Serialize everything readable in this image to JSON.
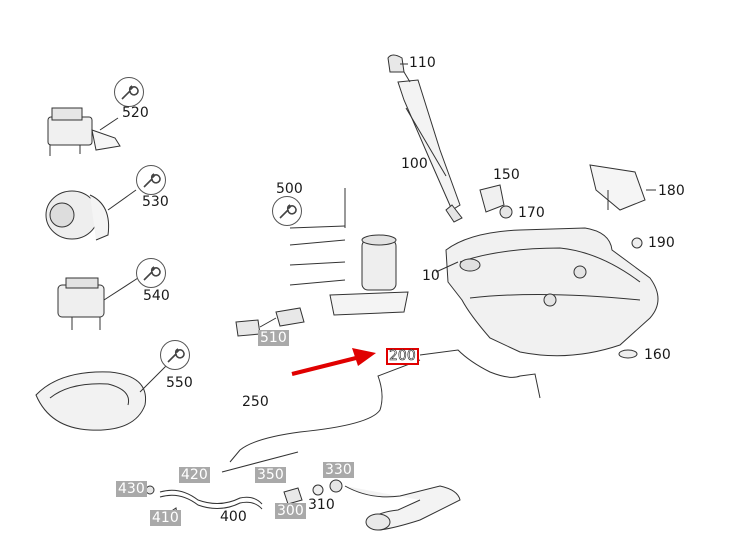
{
  "callouts": {
    "c110": "110",
    "c100": "100",
    "c150": "150",
    "c170": "170",
    "c180": "180",
    "c190": "190",
    "c10": "10",
    "c160": "160",
    "c500": "500",
    "c510": "510",
    "c520": "520",
    "c530": "530",
    "c540": "540",
    "c550": "550",
    "c200": "200",
    "c250": "250",
    "c420": "420",
    "c350": "350",
    "c330": "330",
    "c430": "430",
    "c410": "410",
    "c400": "400",
    "c300": "300",
    "c310": "310"
  },
  "icons": {
    "wrench": "wrench-icon",
    "arrow": "pointer-arrow-icon"
  },
  "colors": {
    "highlight_bg": "#a9a9a9",
    "selection_red": "#e00000",
    "line": "#333333"
  }
}
